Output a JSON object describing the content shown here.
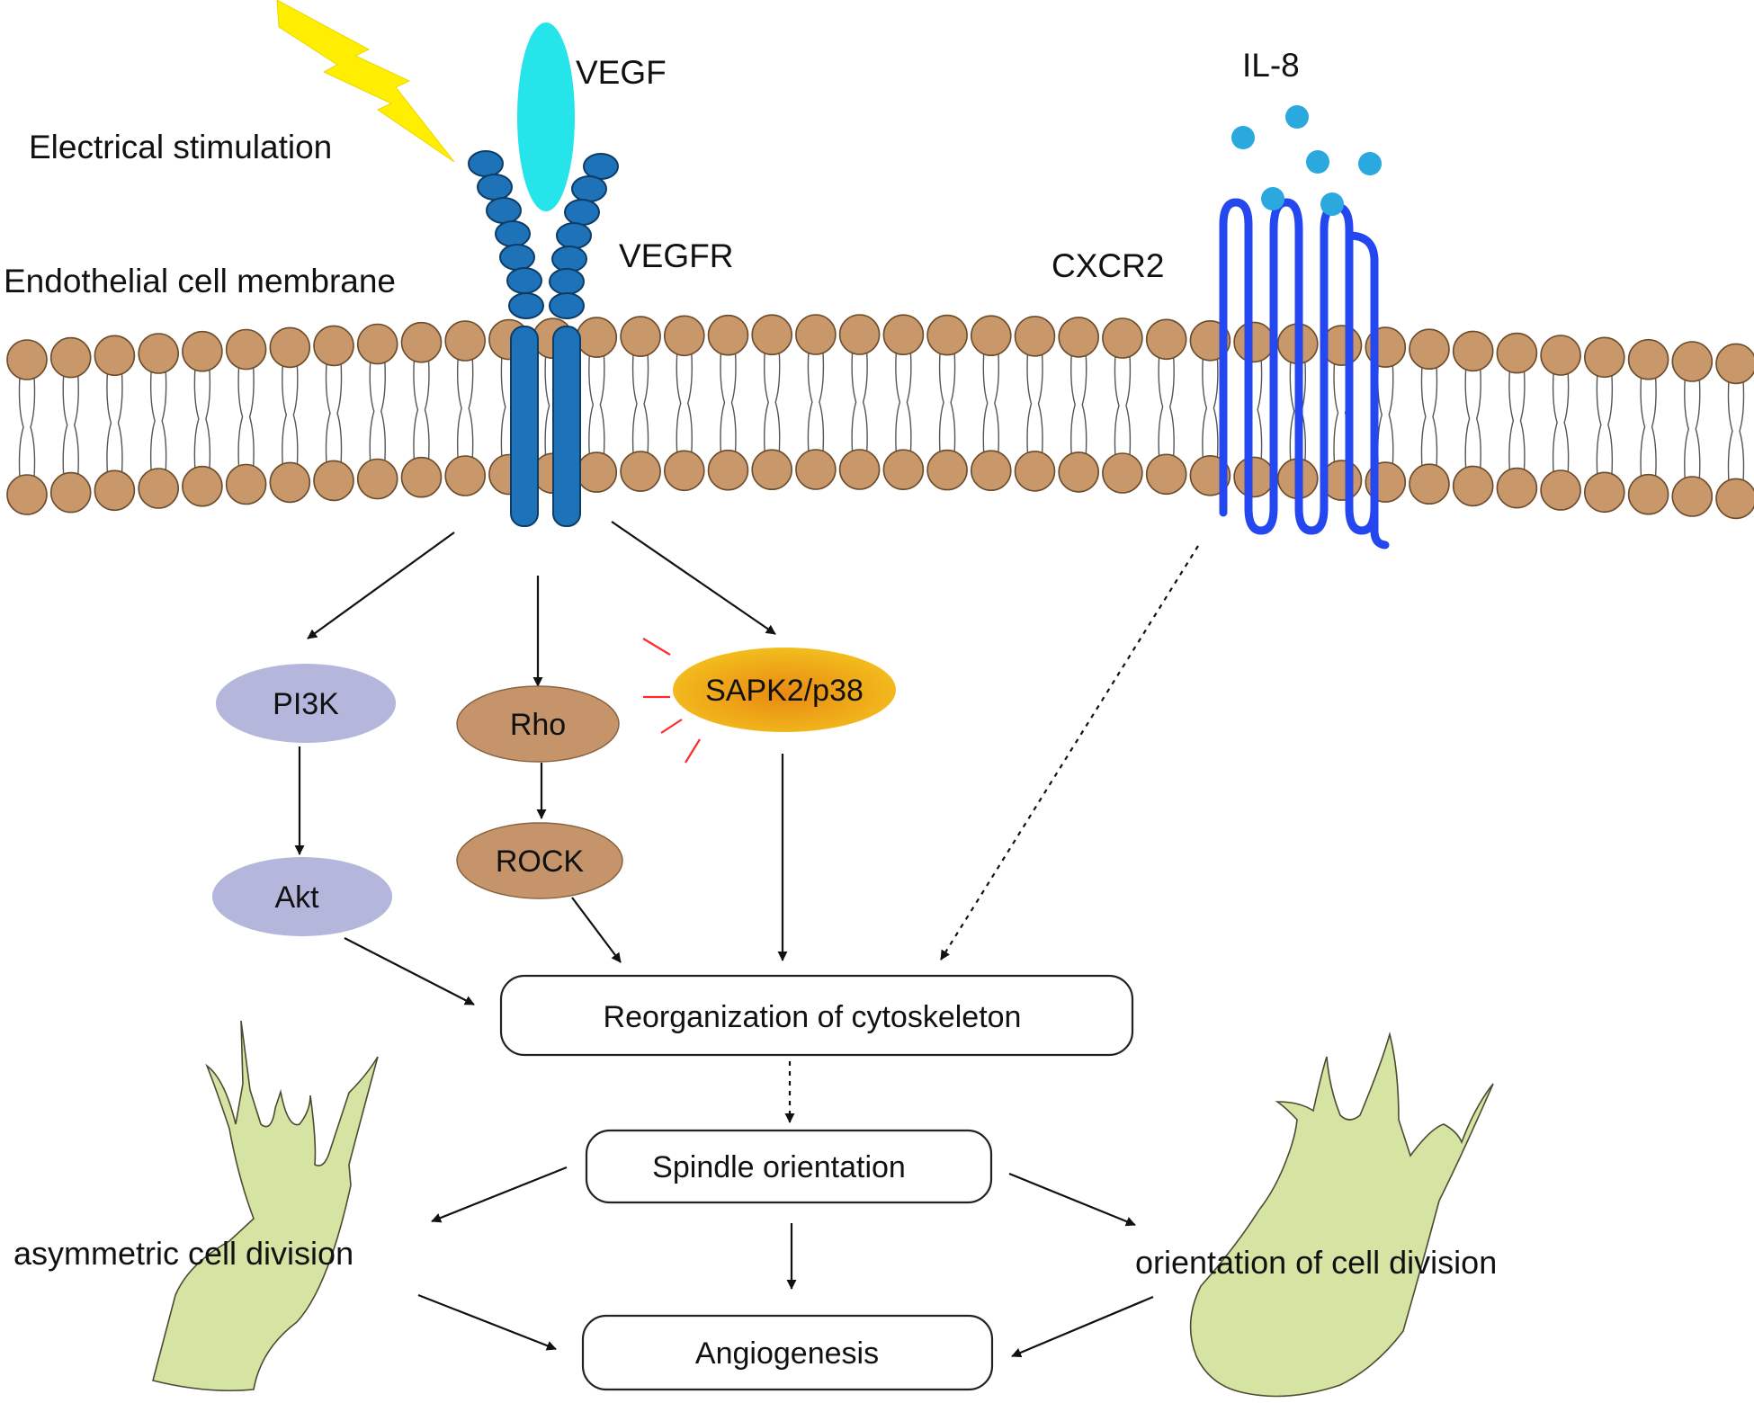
{
  "labels": {
    "electrical_stimulation": "Electrical stimulation",
    "vegf": "VEGF",
    "vegfr": "VEGFR",
    "membrane": "Endothelial cell membrane",
    "il8": "IL-8",
    "cxcr2": "CXCR2"
  },
  "nodes": {
    "pi3k": "PI3K",
    "akt": "Akt",
    "rho": "Rho",
    "rock": "ROCK",
    "sapk": "SAPK2/p38"
  },
  "boxes": {
    "cytoskeleton": "Reorganization of cytoskeleton",
    "spindle": "Spindle orientation",
    "angiogenesis": "Angiogenesis"
  },
  "outcomes": {
    "asymmetric": "asymmetric cell division",
    "orientation": "orientation of cell division"
  },
  "colors": {
    "lipid_head": "#c8976a",
    "receptor": "#1d72b8",
    "vegf": "#26e5ea",
    "il8": "#2ba8dd",
    "cxcr2": "#2447f0",
    "pi3k_akt": "#b4b6dc",
    "rho_rock": "#c5946b",
    "sapk": "#f0b21c",
    "lightning": "#ffee00",
    "cell": "#d5e3a3"
  }
}
